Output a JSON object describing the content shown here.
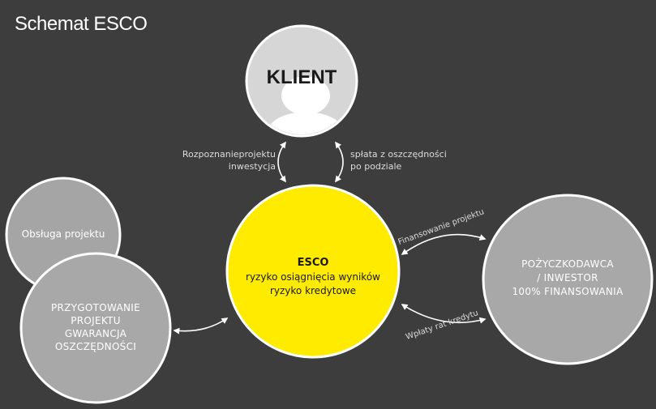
{
  "title": "Schemat ESCO",
  "client": {
    "label": "KLIENT"
  },
  "esco": {
    "title": "ESCO",
    "line1": "ryzyko osiągnięcia wyników",
    "line2": "ryzyko kredytowe"
  },
  "project_service": {
    "label": "Obsługa projektu"
  },
  "preparation": {
    "line1": "PRZYGOTOWANIE",
    "line2": "PROJEKTU",
    "line3": "GWARANCJA",
    "line4": "OSZCZĘDNOŚCI"
  },
  "lender": {
    "line1": "POŻYCZKODAWCA",
    "line2": "/ INWESTOR",
    "line3": "100% FINANSOWANIA"
  },
  "arrows": {
    "left_top": "Rozpoznanieprojektu",
    "left_bottom": "inwestycja",
    "right_top": "spłata z oszczędności",
    "right_bottom": "po podziale",
    "financing": "Finansowanie projektu",
    "repayments": "Wpłaty rat kredytu"
  },
  "colors": {
    "background": "#3d3d3d",
    "esco": "#ffeb00",
    "grey_circle": "#a8a8a8",
    "client_circle": "#d9d9d9"
  }
}
